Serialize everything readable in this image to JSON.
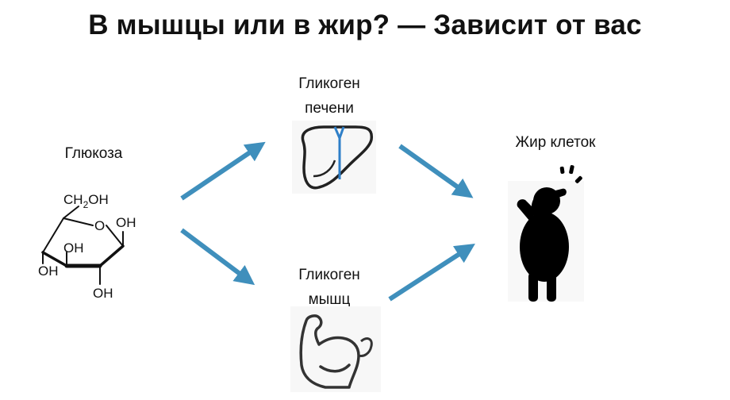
{
  "title": "В мышцы или в жир? — Зависит от вас",
  "nodes": {
    "glucose": {
      "label": "Глюкоза",
      "icon": "glucose-structure"
    },
    "liver": {
      "line1": "Гликоген",
      "line2": "печени",
      "icon": "liver-icon"
    },
    "muscle": {
      "line1": "Гликоген",
      "line2": "мышц",
      "icon": "flexed-arm-icon"
    },
    "fat": {
      "label": "Жир клеток",
      "icon": "fat-person-icon"
    }
  },
  "molecule": {
    "ch2oh": [
      "CH",
      "2",
      "OH"
    ],
    "ring_o": "O",
    "oh": "OH"
  },
  "colors": {
    "arrow": "#3f8fbc",
    "liver_vein": "#2e7fc8",
    "text": "#111111"
  }
}
